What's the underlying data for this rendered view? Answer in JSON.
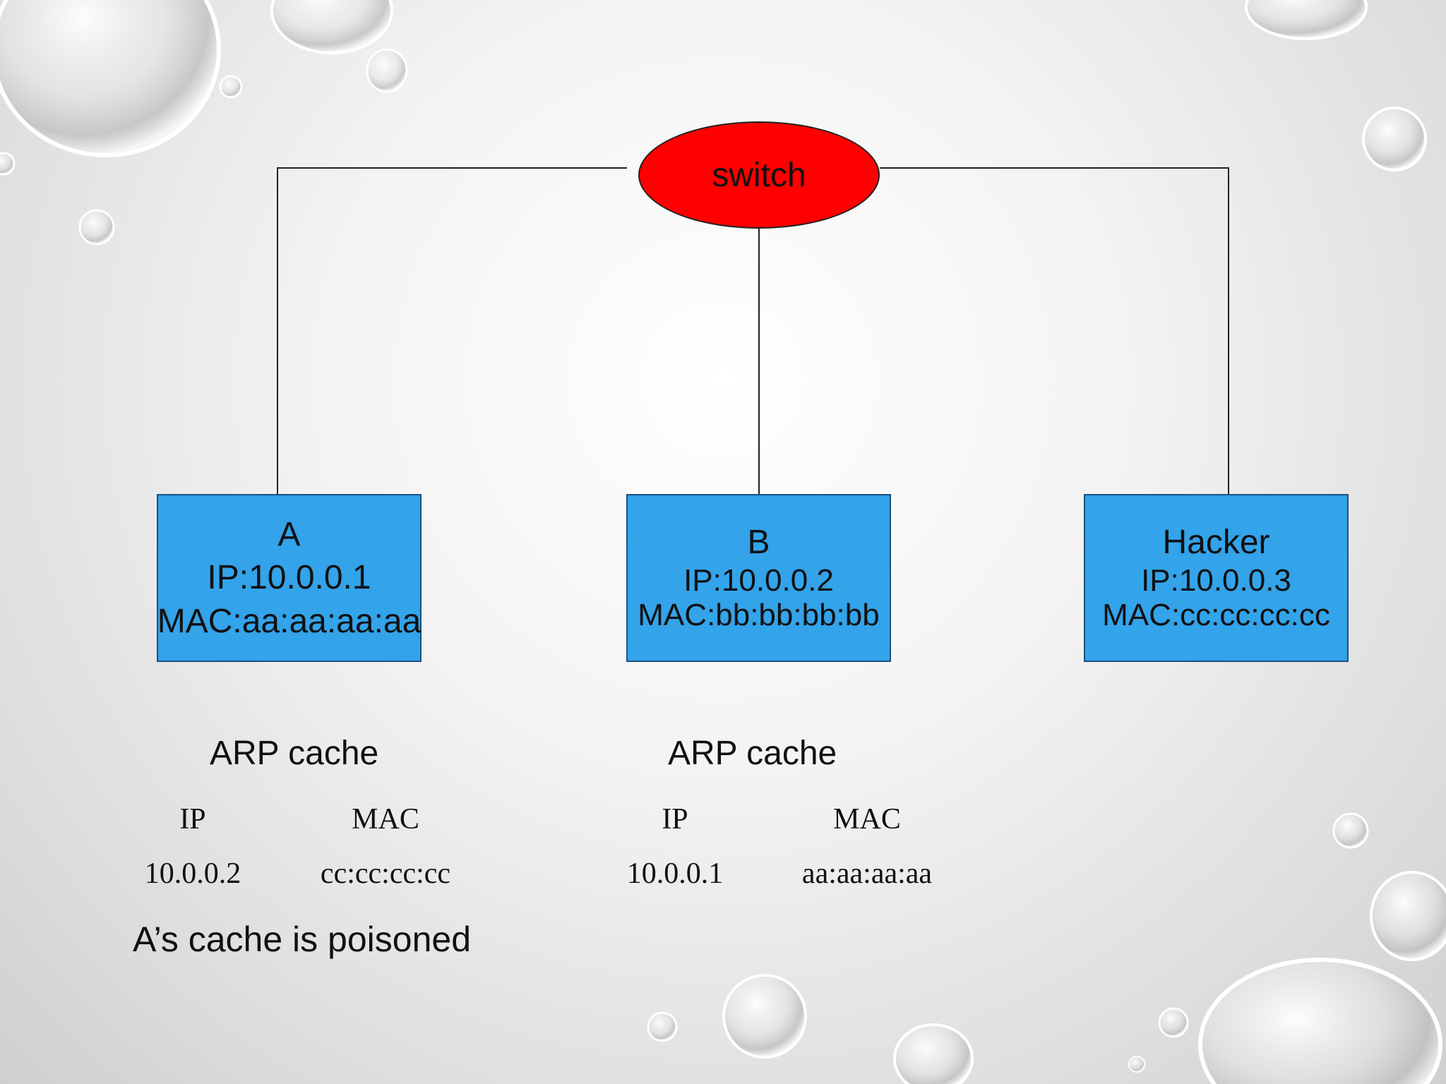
{
  "switch": {
    "label": "switch"
  },
  "nodes": [
    {
      "name": "A",
      "ip": "IP:10.0.0.1",
      "mac": "MAC:aa:aa:aa:aa"
    },
    {
      "name": "B",
      "ip": "IP:10.0.0.2",
      "mac": "MAC:bb:bb:bb:bb"
    },
    {
      "name": "Hacker",
      "ip": "IP:10.0.0.3",
      "mac": "MAC:cc:cc:cc:cc"
    }
  ],
  "arp_caches": [
    {
      "title": "ARP cache",
      "headers": [
        "IP",
        "MAC"
      ],
      "row": [
        "10.0.0.2",
        "cc:cc:cc:cc"
      ]
    },
    {
      "title": "ARP cache",
      "headers": [
        "IP",
        "MAC"
      ],
      "row": [
        "10.0.0.1",
        "aa:aa:aa:aa"
      ]
    }
  ],
  "caption": "A’s cache is poisoned",
  "colors": {
    "switch_fill": "#ff0000",
    "node_fill": "#33a3ea",
    "line": "#222222"
  }
}
